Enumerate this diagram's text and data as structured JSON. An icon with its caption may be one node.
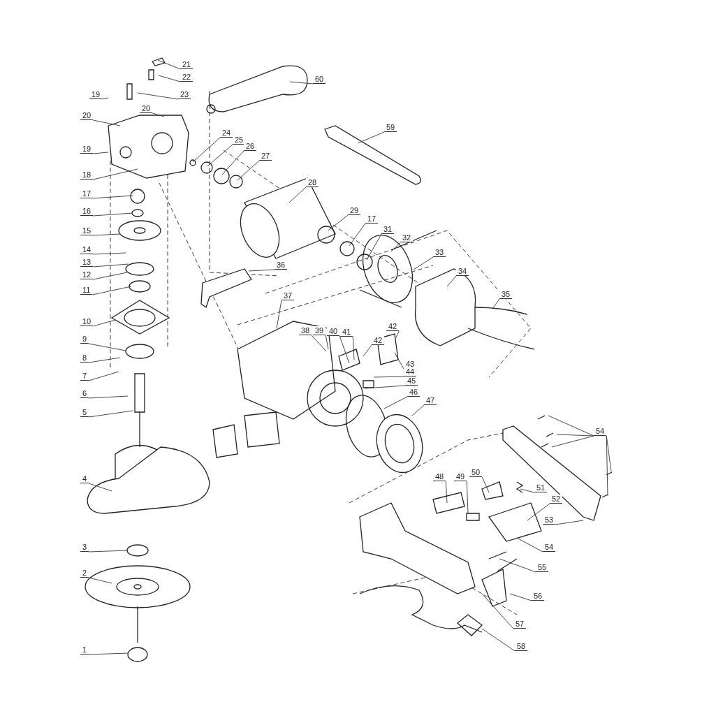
{
  "diagram": {
    "nodes": [
      {
        "text": [
          "21"
        ]
      },
      {
        "text": [
          "22"
        ]
      },
      {
        "text": [
          "60"
        ]
      },
      {
        "text": [
          "19"
        ]
      },
      {
        "text": [
          "23"
        ]
      },
      {
        "text": [
          "20"
        ]
      },
      {
        "text": [
          "20"
        ]
      },
      {
        "text": [
          "59"
        ]
      },
      {
        "text": [
          "24"
        ]
      },
      {
        "text": [
          "25"
        ]
      },
      {
        "text": [
          "26"
        ]
      },
      {
        "text": [
          "19"
        ]
      },
      {
        "text": [
          "27"
        ]
      },
      {
        "text": [
          "18"
        ]
      },
      {
        "text": [
          "28"
        ]
      },
      {
        "text": [
          "17"
        ]
      },
      {
        "text": [
          "29"
        ]
      },
      {
        "text": [
          "16"
        ]
      },
      {
        "text": [
          "17"
        ]
      },
      {
        "text": [
          "31"
        ]
      },
      {
        "text": [
          "15"
        ]
      },
      {
        "text": [
          "32"
        ]
      },
      {
        "text": [
          "14"
        ]
      },
      {
        "text": [
          "33"
        ]
      },
      {
        "text": [
          "13"
        ]
      },
      {
        "text": [
          "36"
        ]
      },
      {
        "text": [
          "34"
        ]
      },
      {
        "text": [
          "12"
        ]
      },
      {
        "text": [
          "11"
        ]
      },
      {
        "text": [
          "35"
        ]
      },
      {
        "text": [
          "37"
        ]
      },
      {
        "text": [
          "10"
        ]
      },
      {
        "text": [
          "42"
        ]
      },
      {
        "text": [
          "38"
        ]
      },
      {
        "text": [
          "39"
        ]
      },
      {
        "text": [
          "40"
        ]
      },
      {
        "text": [
          "41"
        ]
      },
      {
        "text": [
          "9"
        ]
      },
      {
        "text": [
          "42"
        ]
      },
      {
        "text": [
          "8"
        ]
      },
      {
        "text": [
          "43"
        ]
      },
      {
        "text": [
          "44"
        ]
      },
      {
        "text": [
          "7"
        ]
      },
      {
        "text": [
          "45"
        ]
      },
      {
        "text": [
          "46"
        ]
      },
      {
        "text": [
          "6"
        ]
      },
      {
        "text": [
          "47"
        ]
      },
      {
        "text": [
          "5"
        ]
      },
      {
        "text": [
          "54"
        ]
      },
      {
        "text": [
          "48"
        ]
      },
      {
        "text": [
          "49"
        ]
      },
      {
        "text": [
          "50"
        ]
      },
      {
        "text": [
          "4"
        ]
      },
      {
        "text": [
          "51"
        ]
      },
      {
        "text": [
          "52"
        ]
      },
      {
        "text": [
          "53"
        ]
      },
      {
        "text": [
          "54"
        ]
      },
      {
        "text": [
          "3"
        ]
      },
      {
        "text": [
          "55"
        ]
      },
      {
        "text": [
          "2"
        ]
      },
      {
        "text": [
          "56"
        ]
      },
      {
        "text": [
          "57"
        ]
      },
      {
        "text": [
          "58"
        ]
      },
      {
        "text": [
          "1"
        ]
      }
    ],
    "edges": [
      {
        "from": 0,
        "to": null,
        "arrow": "none"
      },
      {
        "from": 1,
        "to": null,
        "arrow": "none"
      },
      {
        "from": 2,
        "to": null,
        "arrow": "none"
      },
      {
        "from": 3,
        "to": null,
        "arrow": "none"
      },
      {
        "from": 4,
        "to": null,
        "arrow": "none"
      },
      {
        "from": 5,
        "to": null,
        "arrow": "none"
      },
      {
        "from": 6,
        "to": null,
        "arrow": "none"
      },
      {
        "from": 7,
        "to": null,
        "arrow": "none"
      },
      {
        "from": 8,
        "to": null,
        "arrow": "none"
      },
      {
        "from": 9,
        "to": null,
        "arrow": "none"
      },
      {
        "from": 10,
        "to": null,
        "arrow": "none"
      },
      {
        "from": 11,
        "to": null,
        "arrow": "none"
      },
      {
        "from": 12,
        "to": null,
        "arrow": "none"
      },
      {
        "from": 13,
        "to": null,
        "arrow": "none"
      },
      {
        "from": 14,
        "to": null,
        "arrow": "none"
      },
      {
        "from": 15,
        "to": null,
        "arrow": "none"
      },
      {
        "from": 16,
        "to": null,
        "arrow": "none"
      },
      {
        "from": 17,
        "to": null,
        "arrow": "none"
      },
      {
        "from": 18,
        "to": null,
        "arrow": "none"
      },
      {
        "from": 19,
        "to": null,
        "arrow": "none"
      },
      {
        "from": 20,
        "to": null,
        "arrow": "none"
      },
      {
        "from": 21,
        "to": null,
        "arrow": "none"
      },
      {
        "from": 22,
        "to": null,
        "arrow": "none"
      },
      {
        "from": 23,
        "to": null,
        "arrow": "none"
      },
      {
        "from": 24,
        "to": null,
        "arrow": "none"
      },
      {
        "from": 25,
        "to": null,
        "arrow": "none"
      },
      {
        "from": 26,
        "to": null,
        "arrow": "none"
      },
      {
        "from": 27,
        "to": null,
        "arrow": "none"
      },
      {
        "from": 28,
        "to": null,
        "arrow": "none"
      },
      {
        "from": 29,
        "to": null,
        "arrow": "none"
      },
      {
        "from": 30,
        "to": null,
        "arrow": "none"
      },
      {
        "from": 31,
        "to": null,
        "arrow": "none"
      },
      {
        "from": 32,
        "to": null,
        "arrow": "none"
      },
      {
        "from": 33,
        "to": null,
        "arrow": "none"
      },
      {
        "from": 34,
        "to": null,
        "arrow": "none"
      },
      {
        "from": 35,
        "to": null,
        "arrow": "none"
      },
      {
        "from": 36,
        "to": null,
        "arrow": "none"
      },
      {
        "from": 37,
        "to": null,
        "arrow": "none"
      },
      {
        "from": 38,
        "to": null,
        "arrow": "none"
      },
      {
        "from": 39,
        "to": null,
        "arrow": "none"
      },
      {
        "from": 40,
        "to": null,
        "arrow": "none"
      },
      {
        "from": 41,
        "to": null,
        "arrow": "none"
      },
      {
        "from": 42,
        "to": null,
        "arrow": "none"
      },
      {
        "from": 43,
        "to": null,
        "arrow": "none"
      },
      {
        "from": 44,
        "to": null,
        "arrow": "none"
      },
      {
        "from": 45,
        "to": null,
        "arrow": "none"
      },
      {
        "from": 46,
        "to": null,
        "arrow": "none"
      },
      {
        "from": 47,
        "to": null,
        "arrow": "none"
      },
      {
        "from": 48,
        "to": null,
        "arrow": "none"
      },
      {
        "from": 48,
        "to": null,
        "arrow": "none"
      },
      {
        "from": 48,
        "to": null,
        "arrow": "none"
      },
      {
        "from": 48,
        "to": null,
        "arrow": "none"
      },
      {
        "from": 48,
        "to": null,
        "arrow": "none"
      },
      {
        "from": 49,
        "to": null,
        "arrow": "none"
      },
      {
        "from": 50,
        "to": null,
        "arrow": "none"
      },
      {
        "from": 51,
        "to": null,
        "arrow": "none"
      },
      {
        "from": 52,
        "to": null,
        "arrow": "none"
      },
      {
        "from": 53,
        "to": null,
        "arrow": "none"
      },
      {
        "from": 54,
        "to": null,
        "arrow": "none"
      },
      {
        "from": 55,
        "to": null,
        "arrow": "none"
      },
      {
        "from": 56,
        "to": null,
        "arrow": "none"
      },
      {
        "from": 57,
        "to": null,
        "arrow": "none"
      },
      {
        "from": 58,
        "to": null,
        "arrow": "none"
      },
      {
        "from": 59,
        "to": null,
        "arrow": "none"
      },
      {
        "from": 60,
        "to": null,
        "arrow": "none"
      },
      {
        "from": 61,
        "to": null,
        "arrow": "none"
      },
      {
        "from": 62,
        "to": null,
        "arrow": "none"
      },
      {
        "from": 63,
        "to": null,
        "arrow": "none"
      }
    ]
  }
}
